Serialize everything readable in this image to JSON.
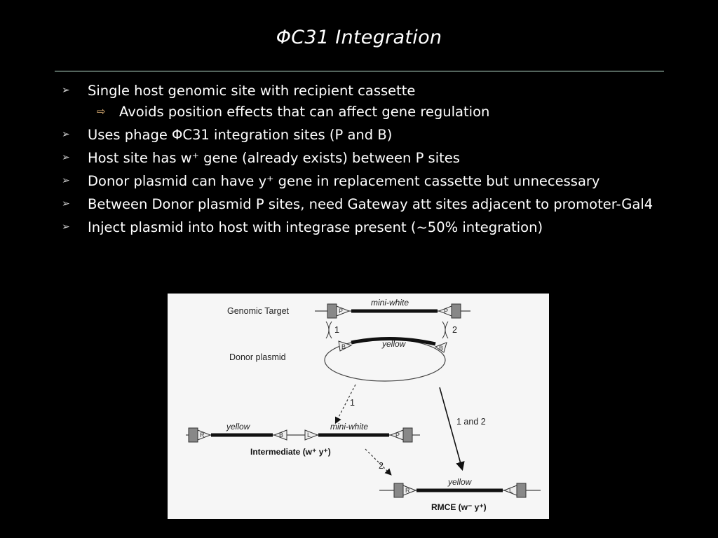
{
  "slide": {
    "title": "ΦC31 Integration",
    "bullets": [
      {
        "text": "Single host genomic site with recipient cassette",
        "level": 1
      },
      {
        "text": "Avoids position effects that can affect gene regulation",
        "level": 2
      },
      {
        "text": "Uses phage ΦC31 integration sites (P and B)",
        "level": 1
      },
      {
        "text": "Host site has w⁺ gene (already exists) between P sites",
        "level": 1
      },
      {
        "text": "Donor plasmid can have y⁺ gene in replacement cassette but unnecessary",
        "level": 1
      },
      {
        "text": "Between Donor plasmid P sites, need Gateway att sites adjacent to promoter-Gal4",
        "level": 1
      },
      {
        "text": "Inject plasmid into host with integrase present (~50% integration)",
        "level": 1
      }
    ]
  },
  "figure": {
    "genomic_target": "Genomic Target",
    "donor_plasmid": "Donor plasmid",
    "mini_white": "mini-white",
    "yellow": "yellow",
    "site_p": "P",
    "site_b": "B",
    "site_r": "R",
    "site_l": "L",
    "step1": "1",
    "step2": "2",
    "step_both": "1 and 2",
    "intermediate": "Intermediate (w⁺ y⁺)",
    "rmce": "RMCE (w⁻ y⁺)"
  }
}
